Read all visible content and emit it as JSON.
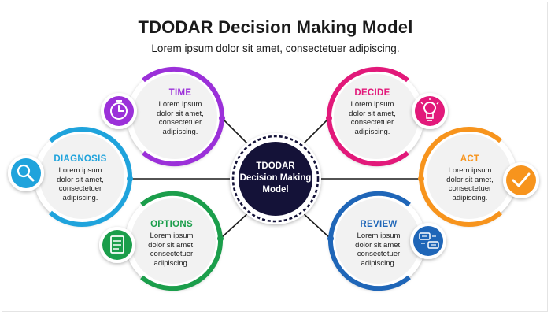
{
  "title": "TDODAR Decision Making Model",
  "subtitle": "Lorem ipsum dolor sit amet, consectetuer adipiscing.",
  "center": {
    "line1": "TDODAR",
    "line2": "Decision Making",
    "line3": "Model"
  },
  "nodes": {
    "time": {
      "title": "TIME",
      "desc1": "Lorem ipsum",
      "desc2": "dolor sit amet,",
      "desc3": "consectetuer",
      "desc4": "adipiscing.",
      "color": "#9b30d9",
      "icon": "clock-icon"
    },
    "diagnosis": {
      "title": "DIAGNOSIS",
      "desc1": "Lorem ipsum",
      "desc2": "dolor sit amet,",
      "desc3": "consectetuer",
      "desc4": "adipiscing.",
      "color": "#1fa3dc",
      "icon": "magnifier-icon"
    },
    "options": {
      "title": "OPTIONS",
      "desc1": "Lorem ipsum",
      "desc2": "dolor sit amet,",
      "desc3": "consectetuer",
      "desc4": "adipiscing.",
      "color": "#1b9e4b",
      "icon": "checklist-icon"
    },
    "decide": {
      "title": "DECIDE",
      "desc1": "Lorem ipsum",
      "desc2": "dolor sit amet,",
      "desc3": "consectetuer",
      "desc4": "adipiscing.",
      "color": "#e2197a",
      "icon": "lightbulb-icon"
    },
    "act": {
      "title": "ACT",
      "desc1": "Lorem ipsum",
      "desc2": "dolor sit amet,",
      "desc3": "consectetuer",
      "desc4": "adipiscing.",
      "color": "#f7941d",
      "icon": "checkmark-icon"
    },
    "review": {
      "title": "REVIEW",
      "desc1": "Lorem ipsum",
      "desc2": "dolor sit amet,",
      "desc3": "consectetuer",
      "desc4": "adipiscing.",
      "color": "#1f66b8",
      "icon": "review-chat-icon"
    }
  },
  "colors": {
    "center_fill": "#141238",
    "connector": "#1a1a1a",
    "node_fill": "#f2f2f2"
  }
}
